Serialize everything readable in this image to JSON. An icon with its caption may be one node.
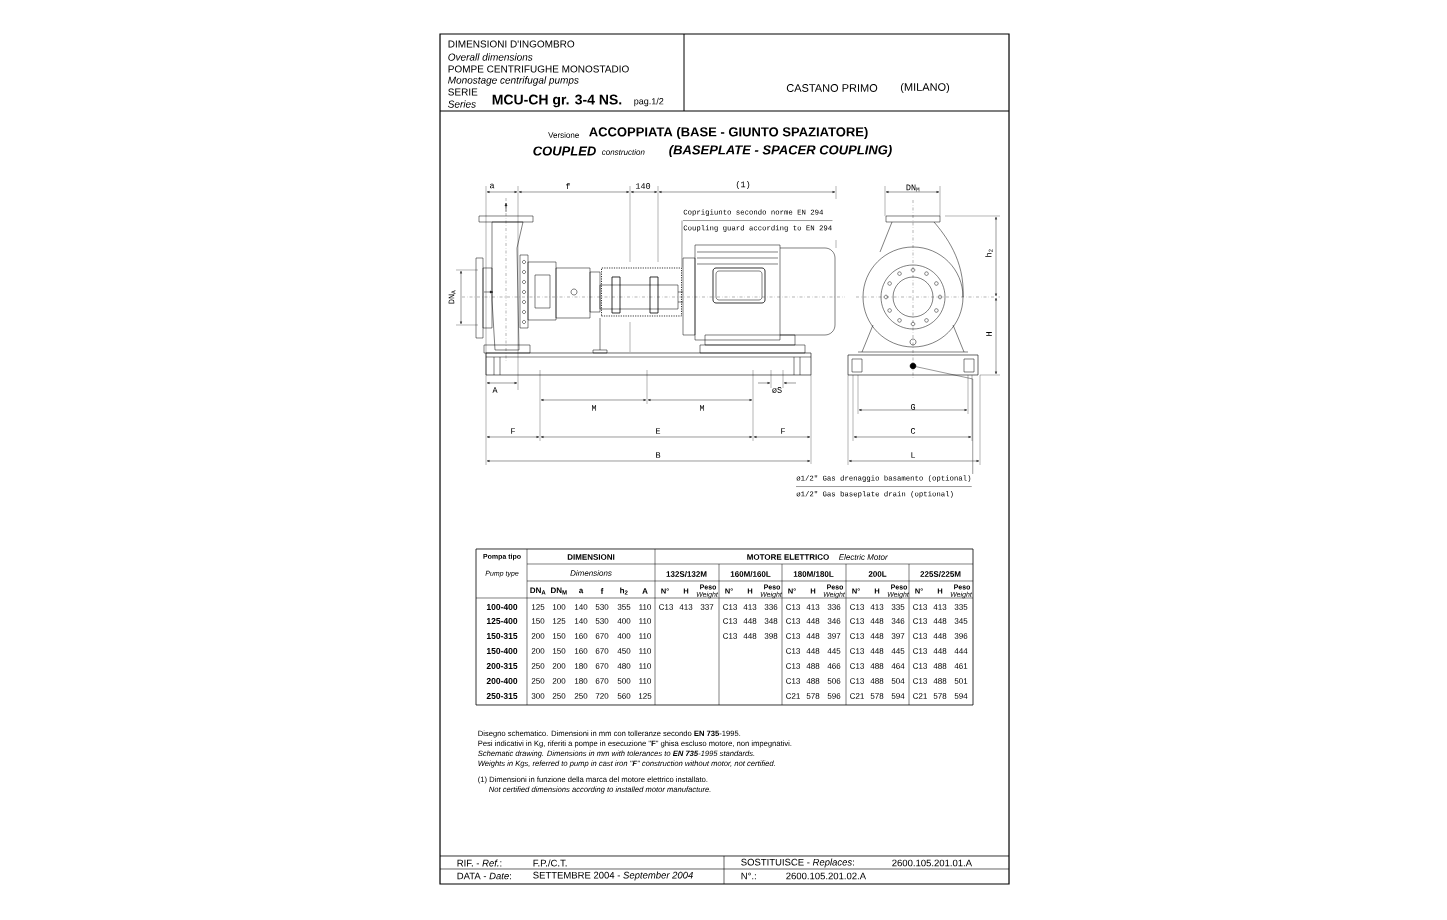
{
  "diagram": {
    "nodes": [
      {
        "text": [
          "Coprigiunto secondo norme EN 294",
          "Coupling guard according to EN 294"
        ]
      },
      {
        "text": [],
        "shape": "box"
      },
      {
        "text": [
          "ø1/2\" Gas drenaggio basamento (optional)",
          "ø1/2\" Gas baseplate drain (optional)"
        ]
      },
      {
        "text": [],
        "shape": "circle"
      }
    ],
    "edges": [
      {
        "from": 0,
        "to": 1,
        "arrow": "none"
      },
      {
        "from": 2,
        "to": 3,
        "arrow": "none"
      }
    ],
    "labels": [
      "DIMENSIONI D'INGOMBRO",
      "Overall dimensions",
      "POMPE CENTRIFUGHE MONOSTADIO",
      "Monostage centrifugal pumps",
      "SERIE",
      "Series",
      "MCU-CH gr. 3-4 NS.",
      "pag.1/2",
      "CASTANO PRIMO",
      "(MILANO)",
      "Versione",
      "ACCOPPIATA (BASE - GIUNTO SPAZIATORE)",
      "COUPLED",
      "construction",
      "(BASEPLATE - SPACER COUPLING)",
      "a",
      "f",
      "140",
      "(1)",
      "DN$_{M}$",
      "DN$_{A}$",
      "h$_{2}$",
      "H",
      "A",
      "øS",
      "M",
      "M",
      "F",
      "E",
      "F",
      "B",
      "G",
      "C",
      "L",
      "Pompa tipo",
      "DIMENSIONI",
      "MOTORE ELETTRICO",
      "Electric Motor",
      "Pump type",
      "Dimensions",
      "132S/132M",
      "160M/160L",
      "180M/180L",
      "200L",
      "225S/225M",
      "DN$_{A}$",
      "DN$_{M}$",
      "a",
      "f",
      "h$_{2}$",
      "A",
      "N°",
      "H",
      "Peso",
      "Weight",
      "N°",
      "H",
      "Peso",
      "Weight",
      "N°",
      "H",
      "Peso",
      "Weight",
      "N°",
      "H",
      "Peso",
      "Weight",
      "N°",
      "H",
      "Peso",
      "Weight",
      "100-400",
      "125",
      "100",
      "140",
      "530",
      "355",
      "110",
      "C13",
      "413",
      "337",
      "C13",
      "413",
      "336",
      "C13",
      "413",
      "336",
      "C13",
      "413",
      "335",
      "C13",
      "413",
      "335",
      "125-400",
      "150",
      "125",
      "140",
      "530",
      "400",
      "110",
      "C13",
      "448",
      "348",
      "C13",
      "448",
      "346",
      "C13",
      "448",
      "346",
      "C13",
      "448",
      "345",
      "150-315",
      "200",
      "150",
      "160",
      "670",
      "400",
      "110",
      "C13",
      "448",
      "398",
      "C13",
      "448",
      "397",
      "C13",
      "448",
      "397",
      "C13",
      "448",
      "396",
      "150-400",
      "200",
      "150",
      "160",
      "670",
      "450",
      "110",
      "C13",
      "448",
      "445",
      "C13",
      "448",
      "445",
      "C13",
      "448",
      "444",
      "200-315",
      "250",
      "200",
      "180",
      "670",
      "480",
      "110",
      "C13",
      "488",
      "466",
      "C13",
      "488",
      "464",
      "C13",
      "488",
      "461",
      "200-400",
      "250",
      "200",
      "180",
      "670",
      "500",
      "110",
      "C13",
      "488",
      "506",
      "C13",
      "488",
      "504",
      "C13",
      "488",
      "501",
      "250-315",
      "300",
      "250",
      "250",
      "720",
      "560",
      "125",
      "C21",
      "578",
      "596",
      "C21",
      "578",
      "594",
      "C21",
      "578",
      "594",
      "Disegno schematico. Dimensioni in mm con tolleranze secondo **EN 735**-1995.",
      "Pesi indicativi in Kg, riferiti a pompe in esecuzione \"**F**\" ghisa escluso motore, non impegnativi.",
      "Schematic drawing. Dimensions in mm with tolerances to **EN 735**-1995 standards.",
      "Weights in Kgs, referred to pump in cast iron \"**F**\" construction without motor, not certified.",
      "(1) Dimensioni in funzione della marca del motore elettrico installato.",
      "Not certified dimensions according to installed motor manufacture.",
      "RIF. - *Ref.*:",
      "F.P./C.T.",
      "SOSTITUISCE - *Replaces*:",
      "2600.105.201.01.A",
      "DATA - *Date*:",
      "SETTEMBRE 2004 - *September 2004*",
      "N°.:",
      "2600.105.201.02.A"
    ]
  }
}
